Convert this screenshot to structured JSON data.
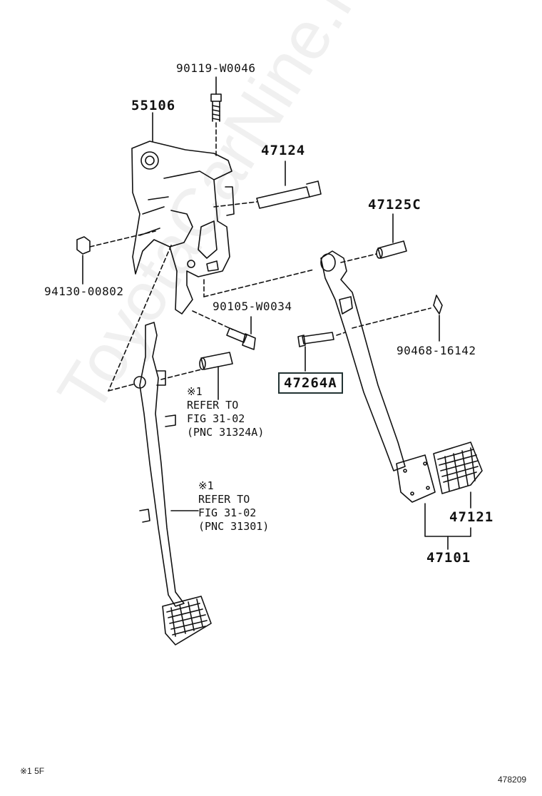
{
  "parts": {
    "bolt_top": "90119-W0046",
    "bracket": "55106",
    "shaft": "47124",
    "bushing": "47125C",
    "nut": "94130-00802",
    "bolt_mid": "90105-W0034",
    "clip": "90468-16142",
    "pin": "47264A",
    "pad": "47121",
    "brake_pedal": "47101"
  },
  "refs": {
    "ref1": "※1\nREFER TO\nFIG 31-02\n(PNC 31324A)",
    "ref2": "※1\nREFER TO\nFIG 31-02\n(PNC 31301)"
  },
  "footer": {
    "note": "※1 5F",
    "figure_id": "478209"
  },
  "watermark": "ToyotaCarNine.ru"
}
